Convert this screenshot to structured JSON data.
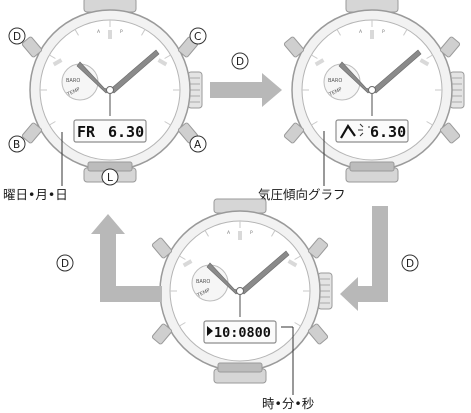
{
  "buttons": {
    "D": "D",
    "C": "C",
    "B": "B",
    "A": "A",
    "L": "L"
  },
  "arrows": {
    "top": "D",
    "right": "D",
    "left": "D"
  },
  "watch_left": {
    "lcd_left": "FR",
    "lcd_right": "6.30",
    "label": "曜日•月•日"
  },
  "watch_right": {
    "lcd_right": "6.30",
    "label": "気圧傾向グラフ"
  },
  "watch_bottom": {
    "lcd": "10:0800",
    "label": "時•分•秒"
  },
  "dial": {
    "subdial_baro": "BARO",
    "subdial_temp": "TEMP",
    "bezel_a": "A",
    "bezel_p": "P"
  },
  "colors": {
    "case_fill": "#dcdcdc",
    "case_stroke": "#9a9a9a",
    "arrow_fill": "#b8b8b8",
    "hand_fill": "#8a8a8a"
  }
}
